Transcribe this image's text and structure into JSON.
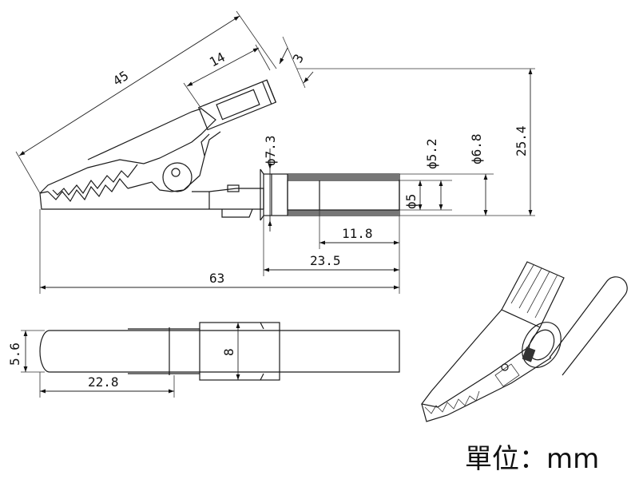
{
  "diagram": {
    "dimensions": {
      "d45": "45",
      "d14": "14",
      "d3": "3",
      "d25_4": "25.4",
      "d7_3": "ϕ7.3",
      "d5_2": "ϕ5.2",
      "d6_8": "ϕ6.8",
      "d5": "ϕ5",
      "d11_8": "11.8",
      "d23_5": "23.5",
      "d63": "63",
      "d5_6": "5.6",
      "d8": "8",
      "d22_8": "22.8"
    },
    "unit_label": "單位：mm"
  }
}
